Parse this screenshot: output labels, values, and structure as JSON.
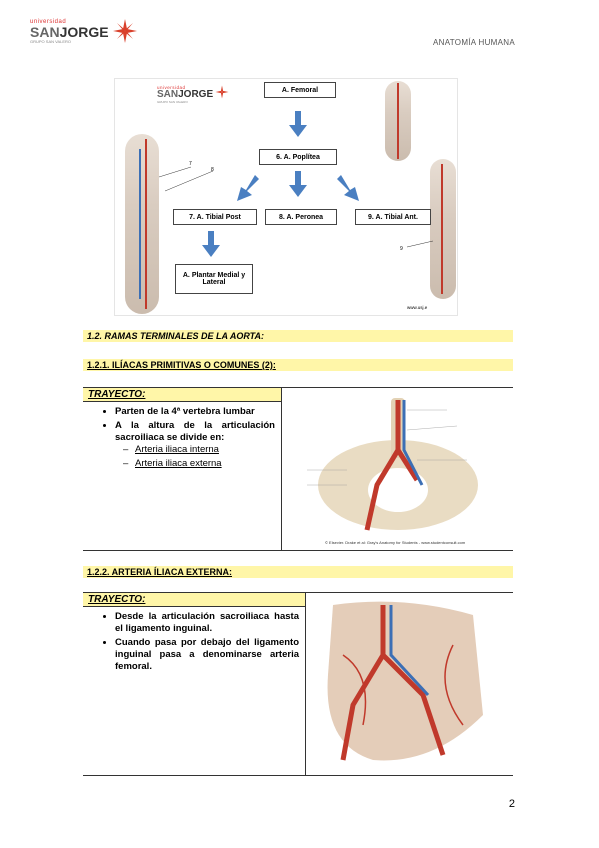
{
  "header": {
    "logo_small": "universidad",
    "logo_big_a": "SAN",
    "logo_big_b": "JORGE",
    "logo_sub": "GRUPO SAN VALERO",
    "title": "ANATOMÍA HUMANA"
  },
  "diagram": {
    "logo_small": "universidad",
    "logo_big_a": "SAN",
    "logo_big_b": "JORGE",
    "logo_sub": "GRUPO SAN VALERO",
    "boxes": {
      "femoral": "A. Femoral",
      "poplitea": "6. A. Poplítea",
      "tibial_post": "7. A. Tibial Post",
      "peronea": "8. A. Peronea",
      "tibial_ant": "9. A. Tibial Ant.",
      "plantar_line1": "A. Plantar Medial y",
      "plantar_line2": "Lateral"
    },
    "labels": {
      "n7": "7",
      "n8": "8",
      "n9": "9",
      "web": "www.usj.e"
    },
    "arrow_color": "#4a7fc1"
  },
  "section_1_2": "1.2. RAMAS TERMINALES DE LA AORTA:",
  "section_1_2_1": {
    "title": "1.2.1. ILÍACAS PRIMITIVAS O COMUNES (2):",
    "trayecto": "TRAYECTO:",
    "items": [
      "Parten de la 4ª vertebra lumbar",
      "A la altura de la articulación sacroiliaca se divide en:"
    ],
    "sub_items": [
      "Arteria iliaca interna",
      "Arteria iliaca externa"
    ],
    "credit": "© Elsevier. Drake et al: Gray's Anatomy for Students - www.studentconsult.com"
  },
  "section_1_2_2": {
    "title": "1.2.2. ARTERIA ÍLIACA EXTERNA:",
    "trayecto": "TRAYECTO:",
    "items": [
      "Desde la articulación sacroiliaca hasta el ligamento inguinal.",
      "Cuando pasa por debajo del ligamento inguinal pasa a denominarse arteria femoral."
    ]
  },
  "page_number": "2",
  "colors": {
    "highlight": "#fff6a8",
    "artery": "#c0392b",
    "vein": "#3c6fb5"
  }
}
